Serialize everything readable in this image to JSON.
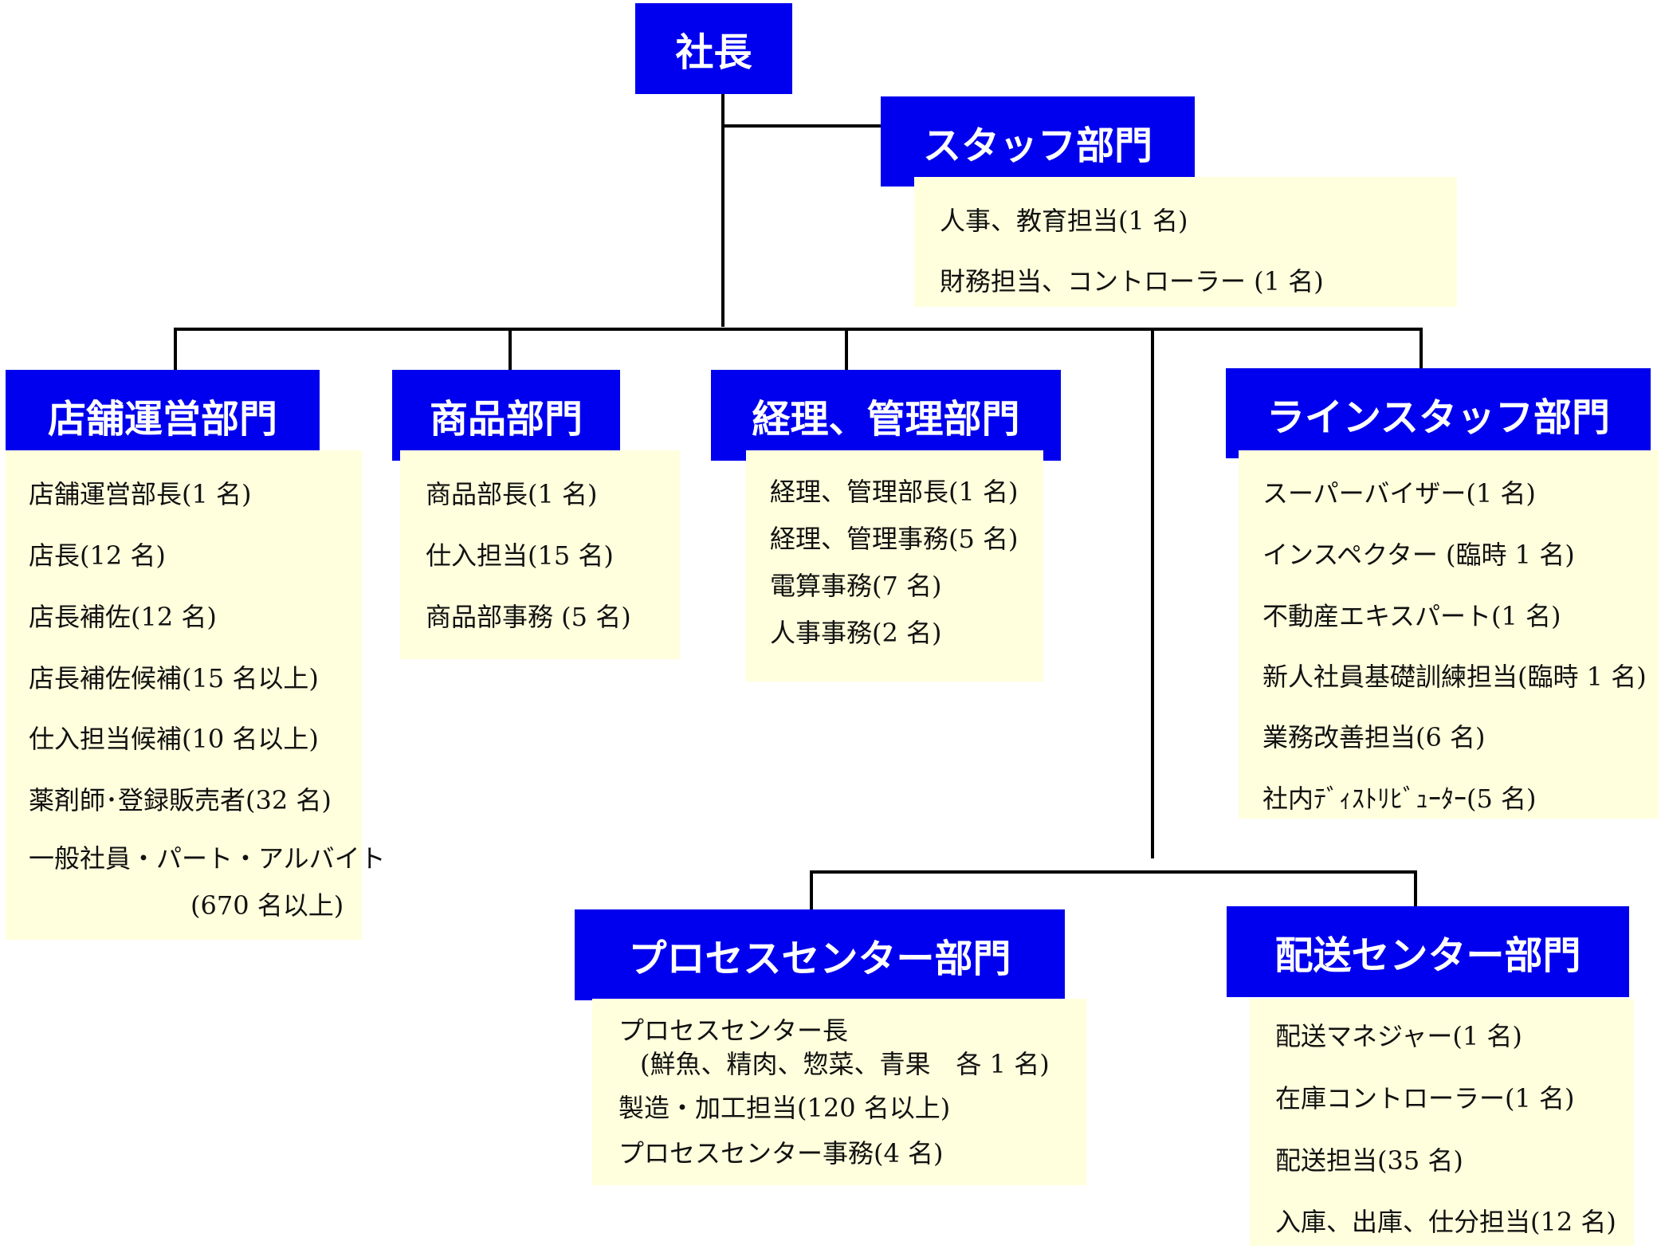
{
  "president": {
    "title": "社長"
  },
  "staff": {
    "title": "スタッフ部門",
    "items": [
      "人事、教育担当(1 名)",
      "財務担当、コントローラー (1 名)"
    ]
  },
  "store_ops": {
    "title": "店舗運営部門",
    "items": [
      "店舗運営部長(1 名)",
      "店長(12 名)",
      "店長補佐(12 名)",
      "店長補佐候補(15 名以上)",
      "仕入担当候補(10 名以上)",
      "薬剤師･登録販売者(32 名)",
      "一般社員・パート・アルバイト",
      "(670 名以上)"
    ]
  },
  "merchandise": {
    "title": "商品部門",
    "items": [
      "商品部長(1 名)",
      "仕入担当(15 名)",
      "商品部事務 (5 名)"
    ]
  },
  "accounting": {
    "title": "経理、管理部門",
    "items": [
      "経理、管理部長(1 名)",
      "経理、管理事務(5 名)",
      "電算事務(7 名)",
      "人事事務(2 名)"
    ]
  },
  "line_staff": {
    "title": "ラインスタッフ部門",
    "items": [
      "スーパーバイザー(1 名)",
      "インスペクター (臨時 1 名)",
      "不動産エキスパート(1 名)",
      "新人社員基礎訓練担当(臨時 1 名)",
      "業務改善担当(6 名)",
      "社内ﾃﾞｨｽﾄﾘﾋﾞｭｰﾀｰ(5 名)"
    ]
  },
  "process": {
    "title": "プロセスセンター部門",
    "items": [
      "プロセスセンター長",
      "(鮮魚、精肉、惣菜、青果　各 1 名)",
      "製造・加工担当(120 名以上)",
      "プロセスセンター事務(4 名)"
    ]
  },
  "delivery": {
    "title": "配送センター部門",
    "items": [
      "配送マネジャー(1 名)",
      "在庫コントローラー(1 名)",
      "配送担当(35 名)",
      "入庫、出庫、仕分担当(12 名)"
    ]
  },
  "colors": {
    "header_bg": "#0000ee",
    "panel_bg": "#ffffdd",
    "line": "#000000"
  }
}
